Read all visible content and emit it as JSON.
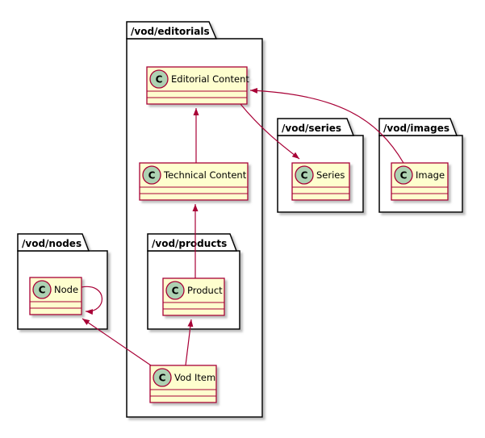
{
  "diagram_type": "uml-class-diagram",
  "colors": {
    "background": "#FFFFFF",
    "package_fill": "#FFFFFF",
    "package_border": "#000000",
    "class_fill": "#FEFECE",
    "class_border": "#A80036",
    "relation_line": "#A80036",
    "stereotype_circle_fill": "#ADD1B2",
    "stereotype_circle_border": "#A80036"
  },
  "packages": [
    {
      "label": "/vod/editorials"
    },
    {
      "label": "/vod/series"
    },
    {
      "label": "/vod/images"
    },
    {
      "label": "/vod/nodes"
    },
    {
      "label": "/vod/products"
    }
  ],
  "classes": [
    {
      "name": "Editorial Content",
      "icon_letter": "C",
      "package": "/vod/editorials"
    },
    {
      "name": "Technical Content",
      "icon_letter": "C",
      "package": "/vod/editorials"
    },
    {
      "name": "Series",
      "icon_letter": "C",
      "package": "/vod/series"
    },
    {
      "name": "Image",
      "icon_letter": "C",
      "package": "/vod/images"
    },
    {
      "name": "Node",
      "icon_letter": "C",
      "package": "/vod/nodes"
    },
    {
      "name": "Product",
      "icon_letter": "C",
      "package": "/vod/products"
    },
    {
      "name": "Vod Item",
      "icon_letter": "C",
      "package": "/vod/editorials"
    }
  ],
  "relations": [
    {
      "from": "Technical Content",
      "to": "Editorial Content"
    },
    {
      "from": "Product",
      "to": "Technical Content"
    },
    {
      "from": "Vod Item",
      "to": "Product"
    },
    {
      "from": "Vod Item",
      "to": "Node"
    },
    {
      "from": "Node",
      "to": "Node"
    },
    {
      "from": "Editorial Content",
      "to": "Series"
    },
    {
      "from": "Image",
      "to": "Editorial Content"
    }
  ]
}
